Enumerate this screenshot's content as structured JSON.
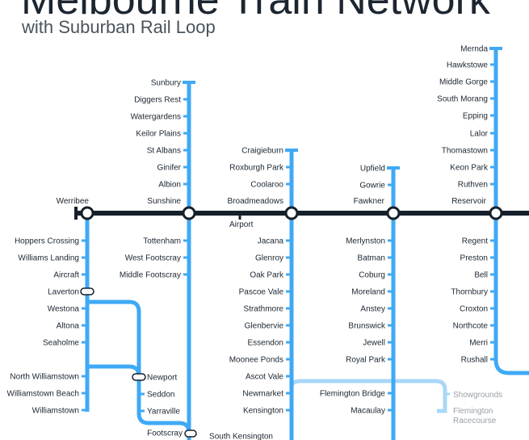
{
  "title": "Melbourne Train Network",
  "subtitle": "with Suburban Rail Loop",
  "colors": {
    "line": "#3fa9f5",
    "line_light": "#a8d8f7",
    "loop": "#16202b",
    "text": "#1c2631",
    "text_muted": "#9aa1a8"
  },
  "loop_label": "Airport",
  "lines": {
    "werribee": {
      "interchange": "Werribee",
      "stations": [
        "Hoppers Crossing",
        "Williams Landing",
        "Aircraft",
        "Laverton",
        "Westona",
        "Altona",
        "Seaholme"
      ]
    },
    "williamstown": {
      "stations": [
        "North Williamstown",
        "Williamstown Beach",
        "Williamstown"
      ]
    },
    "altona_loop": {
      "stations": [
        "Newport",
        "Seddon",
        "Yarraville",
        "Footscray"
      ]
    },
    "sunbury": {
      "stations_north": [
        "Sunbury",
        "Diggers Rest",
        "Watergardens",
        "Keilor Plains",
        "St Albans",
        "Ginifer",
        "Albion"
      ],
      "interchange": "Sunshine",
      "stations_south": [
        "Tottenham",
        "West Footscray",
        "Middle Footscray"
      ]
    },
    "craigieburn": {
      "stations_north": [
        "Craigieburn",
        "Roxburgh Park",
        "Coolaroo"
      ],
      "interchange": "Broadmeadows",
      "stations_south": [
        "Jacana",
        "Glenroy",
        "Oak Park",
        "Pascoe Vale",
        "Strathmore",
        "Glenbervie",
        "Essendon",
        "Moonee Ponds",
        "Ascot Vale",
        "Newmarket",
        "Kensington",
        "South Kensington"
      ]
    },
    "upfield": {
      "stations_north": [
        "Upfield",
        "Gowrie"
      ],
      "interchange": "Fawkner",
      "stations_south": [
        "Merlynston",
        "Batman",
        "Coburg",
        "Moreland",
        "Anstey",
        "Brunswick",
        "Jewell",
        "Royal Park",
        "Flemington Bridge",
        "Macaulay"
      ]
    },
    "mernda": {
      "stations_north": [
        "Mernda",
        "Hawkstowe",
        "Middle Gorge",
        "South Morang",
        "Epping",
        "Lalor",
        "Thomastown",
        "Keon Park",
        "Ruthven"
      ],
      "interchange": "Reservoir",
      "stations_south": [
        "Regent",
        "Preston",
        "Bell",
        "Thornbury",
        "Croxton",
        "Northcote",
        "Merri",
        "Rushall"
      ]
    },
    "flemington": {
      "stations": [
        "Showgrounds",
        "Flemington Racecourse"
      ]
    }
  }
}
